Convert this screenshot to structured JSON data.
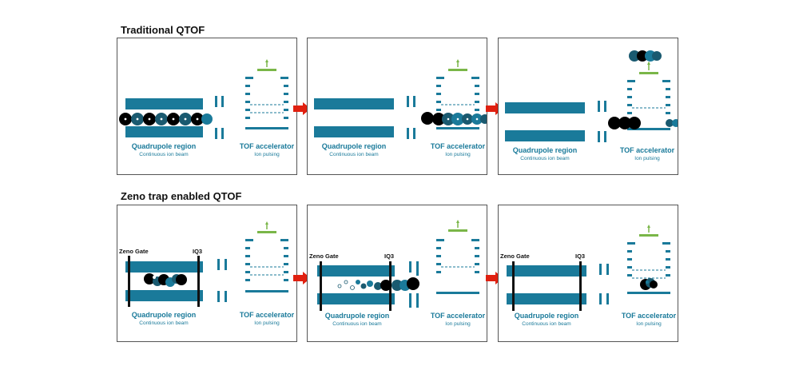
{
  "title_traditional": "Traditional QTOF",
  "title_zeno": "Zeno trap enabled QTOF",
  "labels": {
    "quadrupole_region": "Quadrupole region",
    "continuous_ion_beam": "Continuous ion beam",
    "tof_accelerator": "TOF accelerator",
    "ion_pulsing": "Ion pulsing",
    "zeno_gate": "Zeno Gate",
    "iq3": "IQ3"
  },
  "colors": {
    "teal": "#1a7a9a",
    "teal_dark": "#0e5f7a",
    "green": "#7ab648",
    "arrow_red": "#e02010",
    "ion_black": "#000000"
  }
}
